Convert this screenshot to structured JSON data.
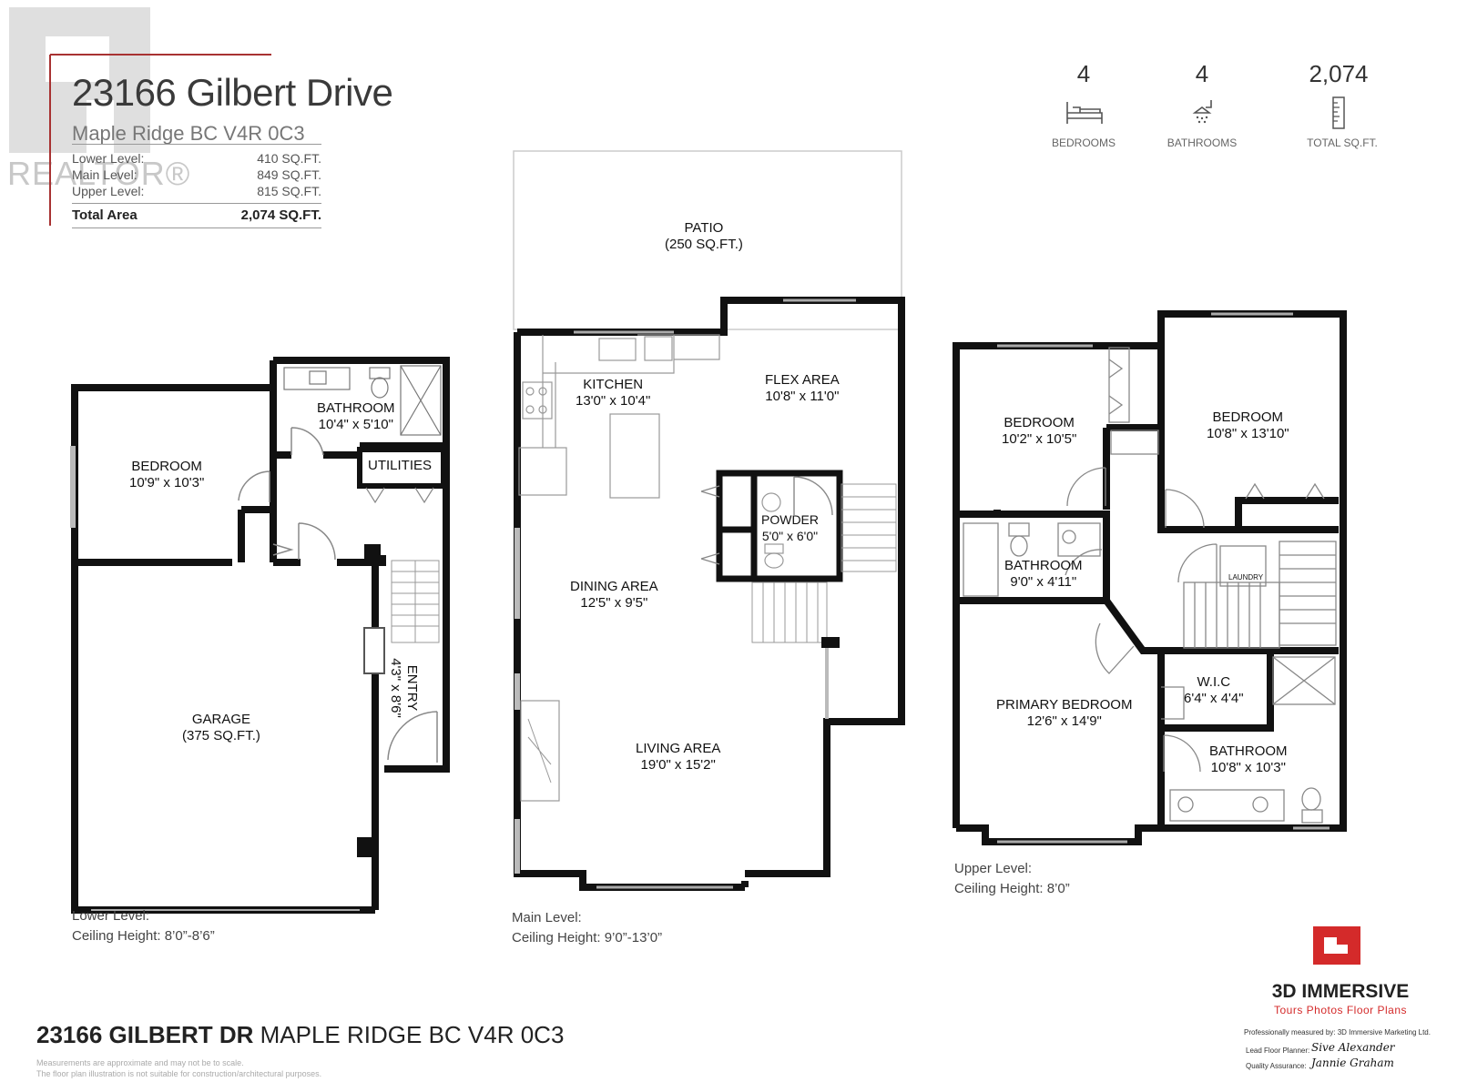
{
  "header": {
    "title": "23166 Gilbert Drive",
    "subtitle": "Maple Ridge  BC V4R 0C3",
    "watermark": "REALTOR®",
    "areas": [
      {
        "label": "Lower Level:",
        "value": "410 SQ.FT."
      },
      {
        "label": "Main Level:",
        "value": "849 SQ.FT."
      },
      {
        "label": "Upper Level:",
        "value": "815 SQ.FT."
      }
    ],
    "total": {
      "label": "Total Area",
      "value": "2,074 SQ.FT."
    }
  },
  "stats": [
    {
      "value": "4",
      "label": "BEDROOMS",
      "icon": "bed-icon"
    },
    {
      "value": "4",
      "label": "BATHROOMS",
      "icon": "shower-icon"
    },
    {
      "value": "2,074",
      "label": "TOTAL SQ.FT.",
      "icon": "ruler-icon"
    }
  ],
  "lower": {
    "level_name": "Lower Level:",
    "ceiling": "Ceiling Height: 8’0”-8’6”",
    "rooms": {
      "bathroom": {
        "name": "BATHROOM",
        "dim": "10'4\" x 5'10\""
      },
      "utilities": {
        "name": "UTILITIES",
        "dim": ""
      },
      "bedroom": {
        "name": "BEDROOM",
        "dim": "10'9\" x 10'3\""
      },
      "garage": {
        "name": "GARAGE",
        "dim": "(375 SQ.FT.)"
      },
      "entry": {
        "name": "ENTRY",
        "dim": "4'3\" x 8'6\""
      }
    }
  },
  "main": {
    "level_name": "Main Level:",
    "ceiling": "Ceiling Height: 9’0”-13’0”",
    "rooms": {
      "patio": {
        "name": "PATIO",
        "dim": "(250 SQ.FT.)"
      },
      "kitchen": {
        "name": "KITCHEN",
        "dim": "13'0\" x 10'4\""
      },
      "flex": {
        "name": "FLEX AREA",
        "dim": "10'8\" x 11'0\""
      },
      "powder": {
        "name": "POWDER",
        "dim": "5'0\" x 6'0\""
      },
      "dining": {
        "name": "DINING AREA",
        "dim": "12'5\" x 9'5\""
      },
      "living": {
        "name": "LIVING AREA",
        "dim": "19'0\" x 15'2\""
      }
    }
  },
  "upper": {
    "level_name": "Upper Level:",
    "ceiling": "Ceiling Height: 8’0”",
    "rooms": {
      "bedroom1": {
        "name": "BEDROOM",
        "dim": "10'2\" x 10'5\""
      },
      "bedroom2": {
        "name": "BEDROOM",
        "dim": "10'8\" x 13'10\""
      },
      "bathroom1": {
        "name": "BATHROOM",
        "dim": "9'0\" x 4'11\""
      },
      "laundry": {
        "name": "LAUNDRY",
        "dim": ""
      },
      "primary": {
        "name": "PRIMARY BEDROOM",
        "dim": "12'6\" x 14'9\""
      },
      "wic": {
        "name": "W.I.C",
        "dim": "6'4\" x 4'4\""
      },
      "bathroom2": {
        "name": "BATHROOM",
        "dim": "10'8\" x 10'3\""
      }
    }
  },
  "footer": {
    "address_bold": "23166 GILBERT DR",
    "address_rest": " MAPLE RIDGE BC V4R 0C3",
    "disclaimer_1": "Measurements are approximate and may not be to scale.",
    "disclaimer_2": "The floor plan illustration is not suitable for construction/architectural purposes.",
    "brand": "3D IMMERSIVE",
    "brand_sub": "Tours  Photos  Floor Plans",
    "measured_by": "Professionally measured by: 3D Immersive Marketing Ltd.",
    "lead_label": "Lead Floor Planner:",
    "lead_sig": "Sive Alexander",
    "qa_label": "Quality Assurance:",
    "qa_sig": "Jannie Graham"
  },
  "colors": {
    "wall": "#111111",
    "accent": "#d42a2a"
  }
}
